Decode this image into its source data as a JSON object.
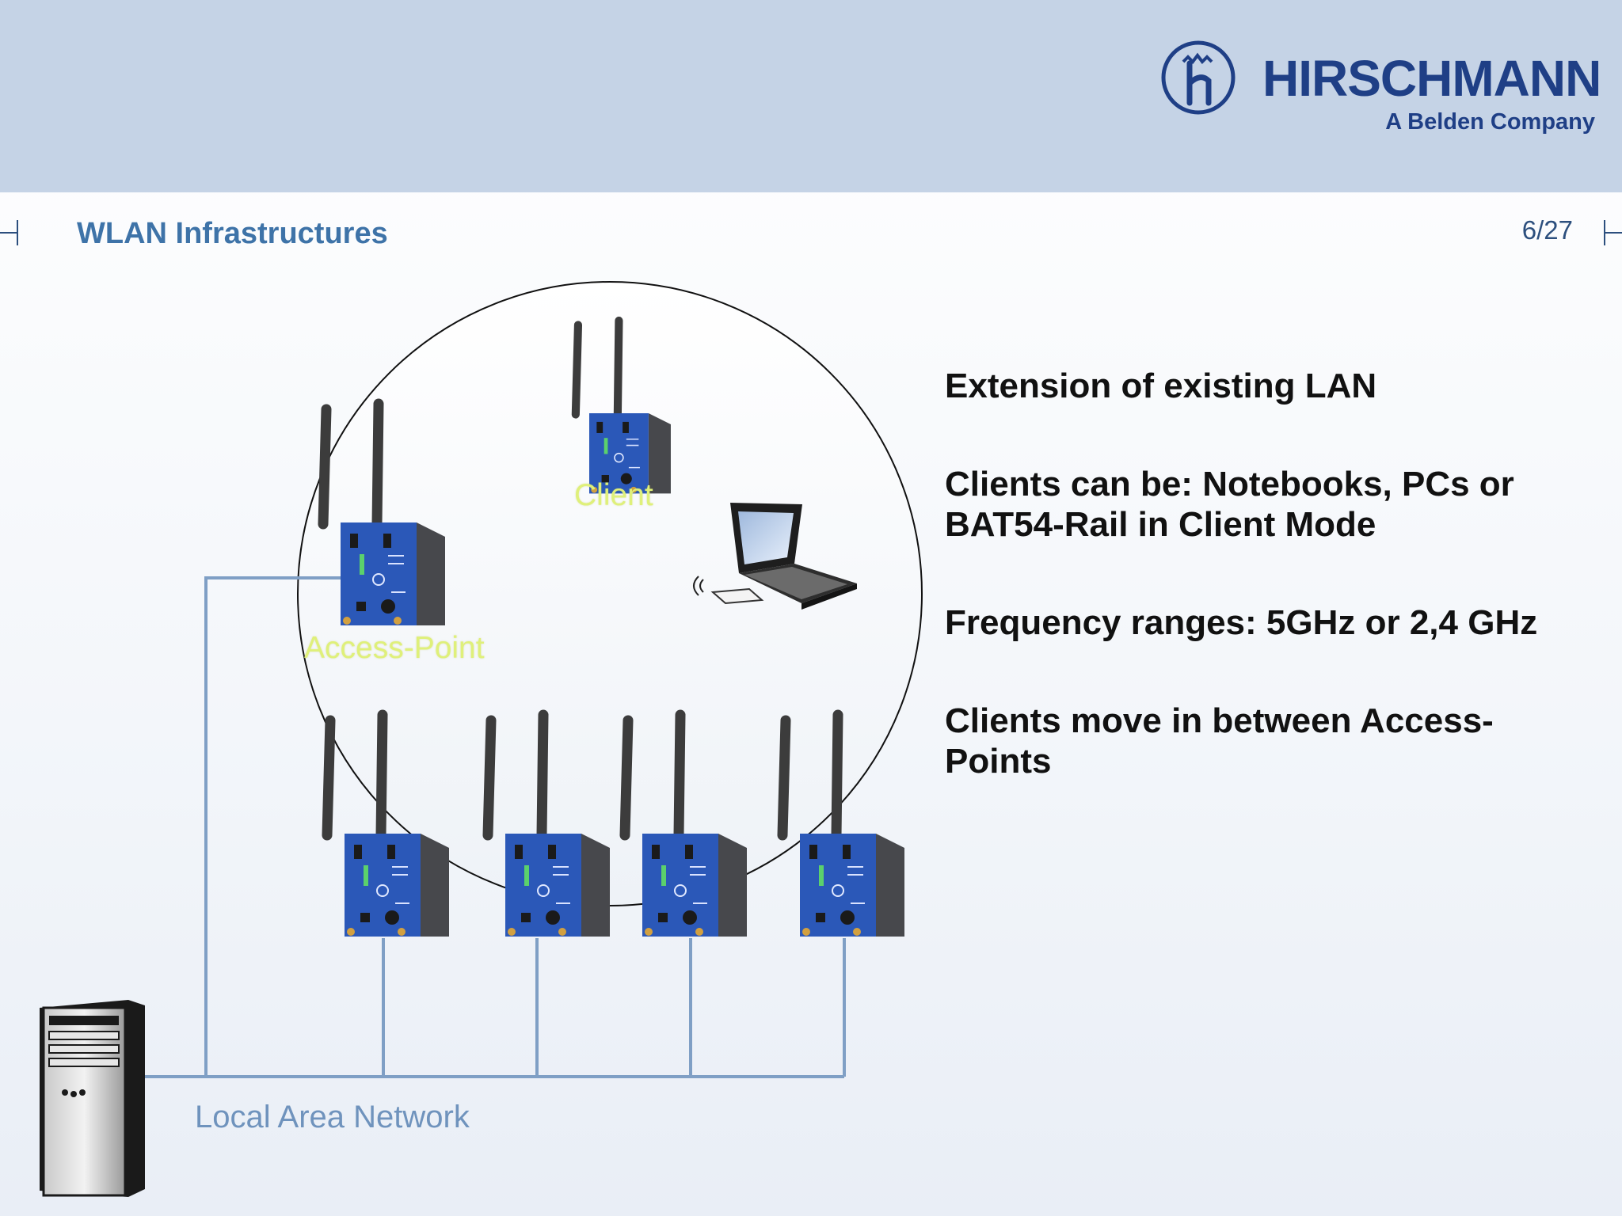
{
  "header": {
    "brand_name": "HIRSCHMANN",
    "brand_sub": "A Belden Company",
    "logo_letter": "h"
  },
  "slide": {
    "title": "WLAN Infrastructures",
    "page": "6/27"
  },
  "diagram": {
    "label_client": "Client",
    "label_access_point": "Access-Point",
    "label_lan": "Local Area Network",
    "colors": {
      "device_blue": "#2b58b8",
      "device_gray": "#47484c",
      "lan_line": "#7f9fc5",
      "label_yellow": "#dff07a"
    }
  },
  "bullets": [
    "Extension of existing LAN",
    "Clients can be: Notebooks, PCs or BAT54-Rail in Client Mode",
    "Frequency ranges: 5GHz or 2,4 GHz",
    "Clients move in between Access-Points"
  ]
}
